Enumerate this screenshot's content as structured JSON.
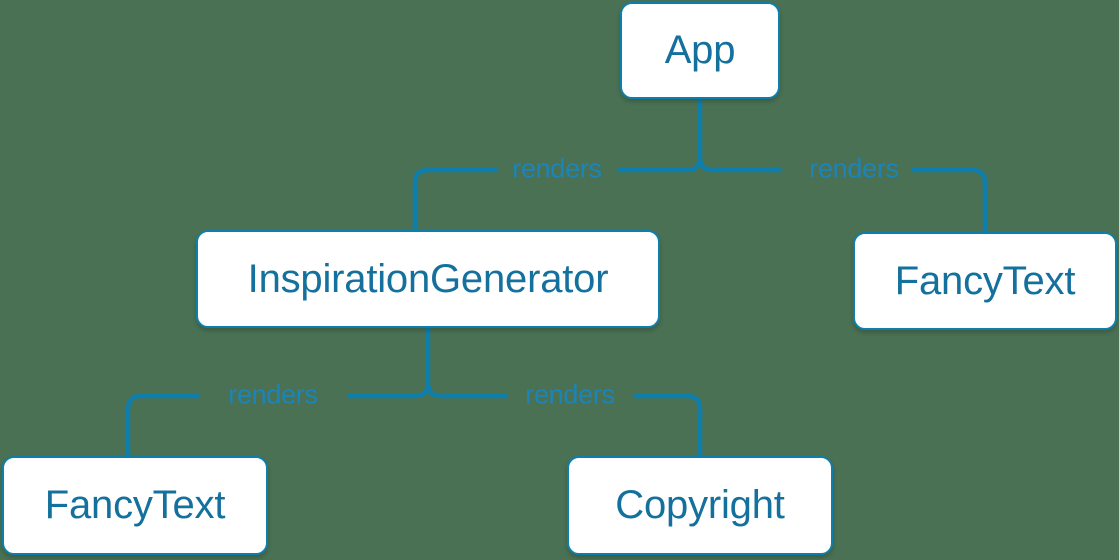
{
  "diagram": {
    "kind": "component-tree",
    "background_color": "#4a7153",
    "node_fill": "#ffffff",
    "node_border_color": "#0e7fad",
    "node_text_color": "#14709c",
    "edge_color": "#0e7fad",
    "edge_label_color": "#1c84b8",
    "nodes": {
      "app": {
        "label": "App"
      },
      "inspiration_generator": {
        "label": "InspirationGenerator"
      },
      "fancytext_right": {
        "label": "FancyText"
      },
      "fancytext_left": {
        "label": "FancyText"
      },
      "copyright": {
        "label": "Copyright"
      }
    },
    "edges": [
      {
        "from": "App",
        "to": "InspirationGenerator",
        "label": "renders"
      },
      {
        "from": "App",
        "to": "FancyText",
        "label": "renders"
      },
      {
        "from": "InspirationGenerator",
        "to": "FancyText",
        "label": "renders"
      },
      {
        "from": "InspirationGenerator",
        "to": "Copyright",
        "label": "renders"
      }
    ]
  }
}
